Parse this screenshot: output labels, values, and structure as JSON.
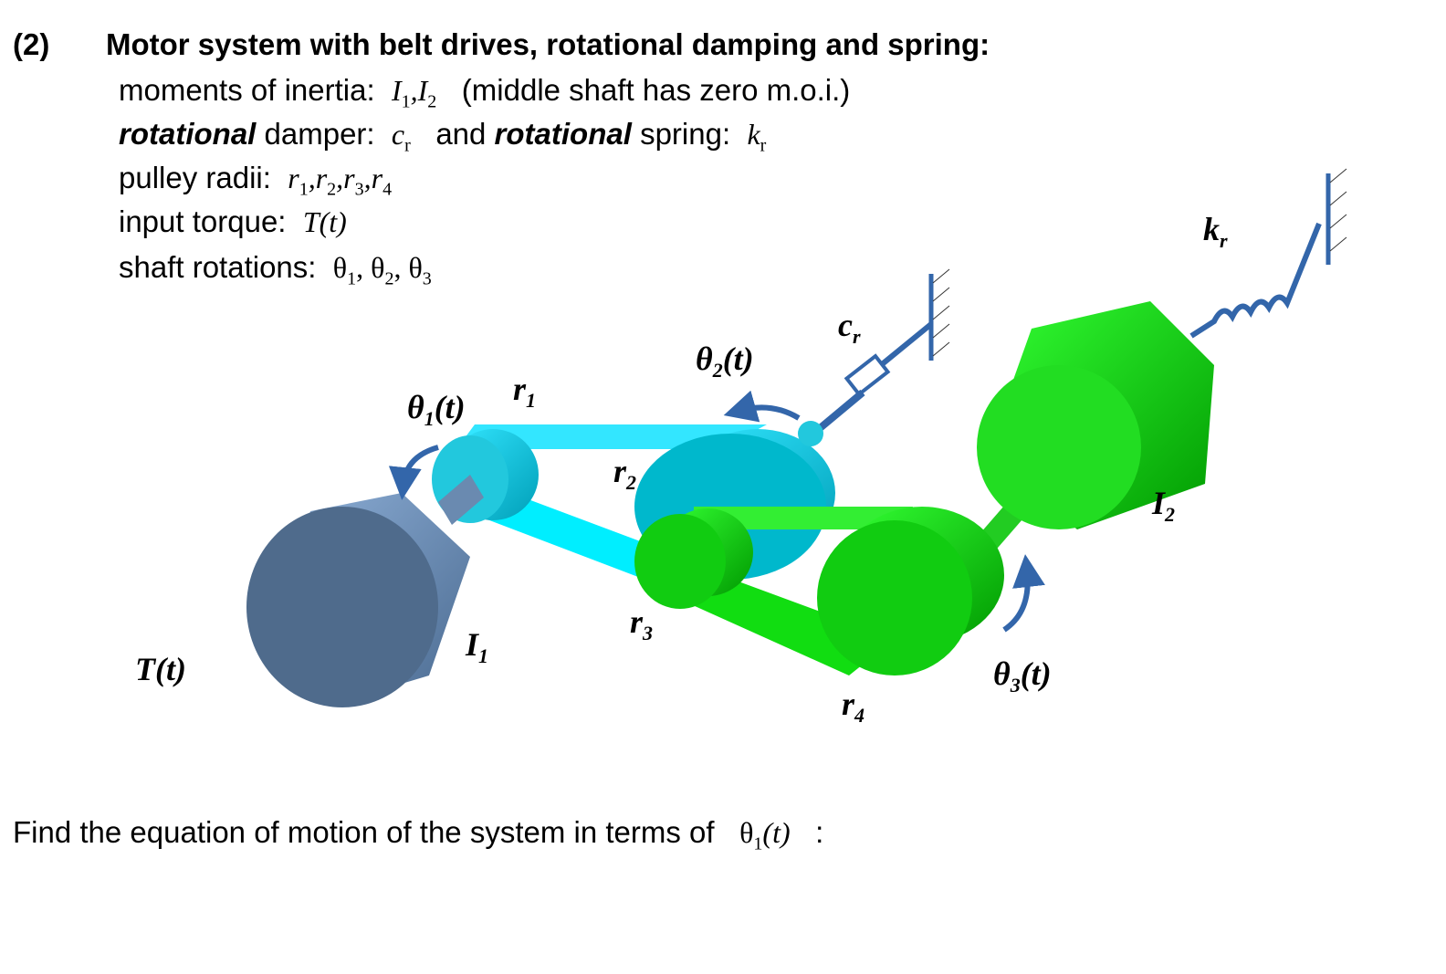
{
  "problem": {
    "number": "(2)",
    "title": "Motor system with belt drives, rotational damping and spring:",
    "moi_label": "moments of inertia:",
    "moi_symbols": [
      "I",
      "1",
      "I",
      "2"
    ],
    "moi_note": "(middle shaft has zero m.o.i.)",
    "damper_prefix": "rotational",
    "damper_label": "damper:",
    "damper_symbol": "c",
    "damper_sub": "r",
    "and_text": "and",
    "spring_prefix": "rotational",
    "spring_label": "spring:",
    "spring_symbol": "k",
    "spring_sub": "r",
    "radii_label": "pulley radii:",
    "radii_symbols": [
      "r",
      "1",
      "r",
      "2",
      "r",
      "3",
      "r",
      "4"
    ],
    "torque_label": "input torque:",
    "torque_symbol": "T(t)",
    "rotation_label": "shaft rotations:",
    "rotation_symbols": [
      "θ",
      "1",
      "θ",
      "2",
      "θ",
      "3"
    ],
    "question": "Find the equation of motion of the system in terms of",
    "question_symbol": "θ",
    "question_sub": "1",
    "question_arg": "(t)",
    "question_end": ":"
  },
  "diagram": {
    "labels": {
      "torque": "T(t)",
      "theta1": "θ",
      "theta1_sub": "1",
      "theta1_arg": "(t)",
      "theta2": "θ",
      "theta2_sub": "2",
      "theta2_arg": "(t)",
      "theta3": "θ",
      "theta3_sub": "3",
      "theta3_arg": "(t)",
      "r1": "r",
      "r1_sub": "1",
      "r2": "r",
      "r2_sub": "2",
      "r3": "r",
      "r3_sub": "3",
      "r4": "r",
      "r4_sub": "4",
      "I1": "I",
      "I1_sub": "1",
      "I2": "I",
      "I2_sub": "2",
      "cr": "c",
      "cr_sub": "r",
      "kr": "k",
      "kr_sub": "r"
    },
    "colors": {
      "inertia1": "#4f6b8c",
      "shaft2": "#00d4ff",
      "shaft3": "#11dd11",
      "arrows": "#3366aa"
    }
  }
}
